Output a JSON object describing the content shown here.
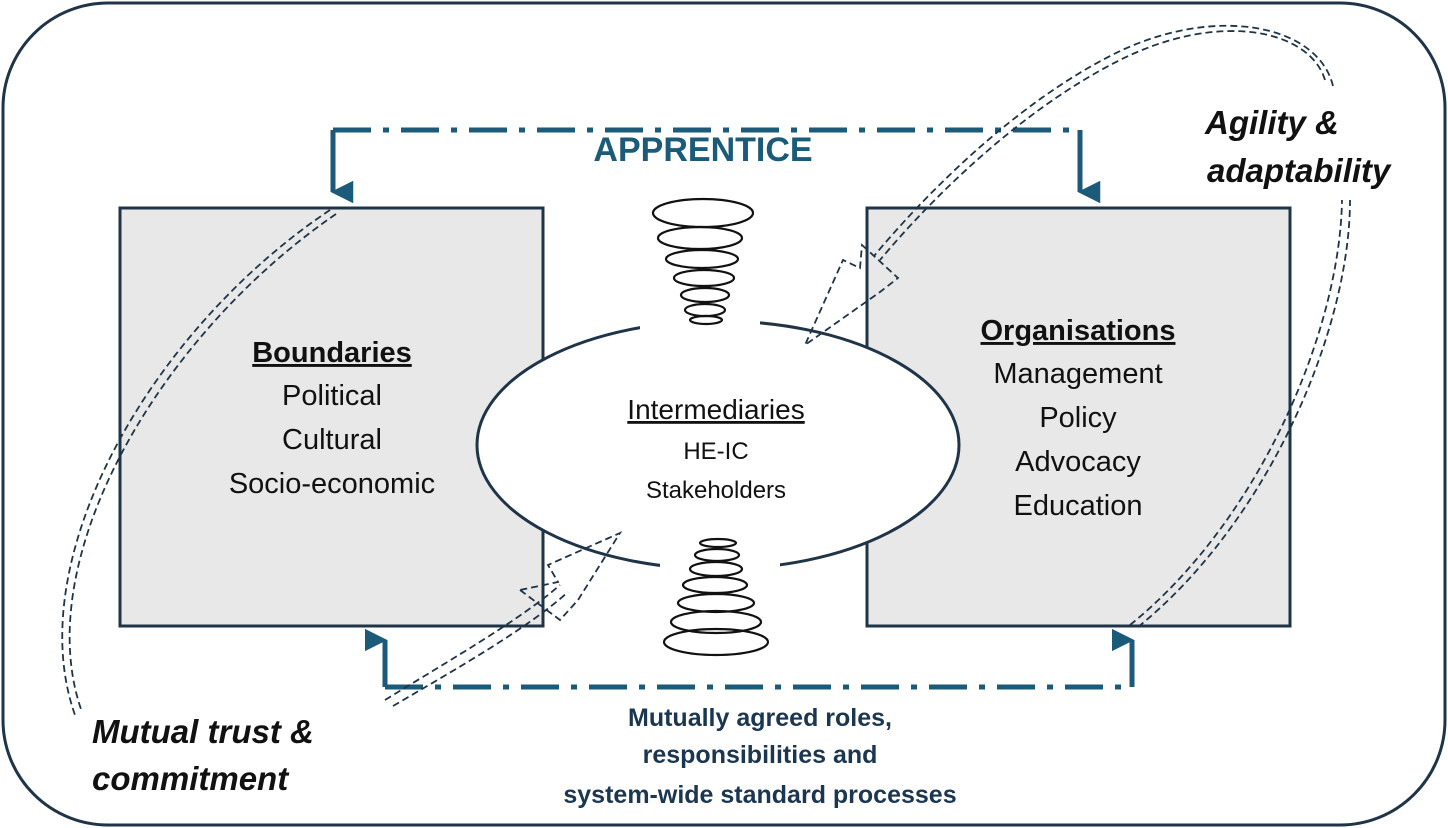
{
  "colors": {
    "frame": "#1f3447",
    "box_fill": "#e8e8e8",
    "flow": "#1b5a78",
    "bottom_text": "#1b3650",
    "dashed": "#1f3447"
  },
  "apprentice": "APPRENTICE",
  "left_box": {
    "title": "Boundaries",
    "items": [
      "Political",
      "Cultural",
      "Socio-economic"
    ]
  },
  "right_box": {
    "title": "Organisations",
    "items": [
      "Management",
      "Policy",
      "Advocacy",
      "Education"
    ]
  },
  "center": {
    "title": "Intermediaries",
    "items": [
      "HE-IC",
      "Stakeholders"
    ]
  },
  "agility": [
    "Agility &",
    "adaptability"
  ],
  "mutual": [
    "Mutual trust &",
    "commitment"
  ],
  "bottom_label": [
    "Mutually agreed roles,",
    "responsibilities and",
    "system-wide standard processes"
  ]
}
